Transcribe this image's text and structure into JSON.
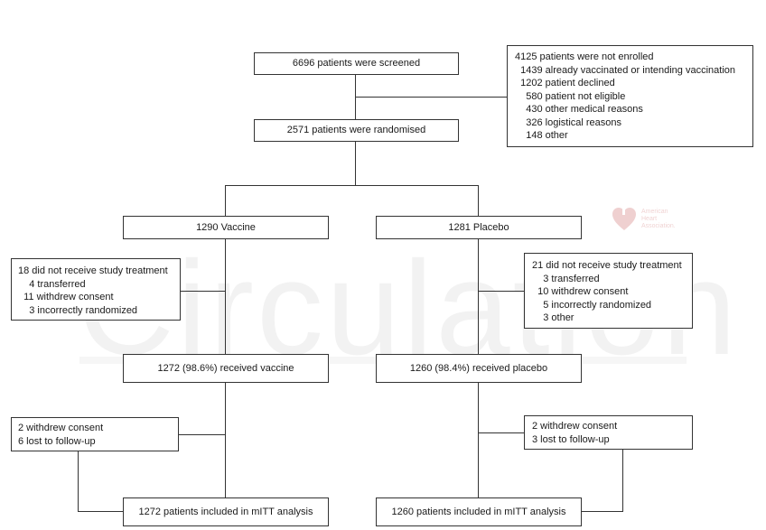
{
  "watermark": {
    "word": "Circulation",
    "logo_text": [
      "American",
      "Heart",
      "Association."
    ]
  },
  "screened": "6696 patients were screened",
  "not_enrolled": {
    "heading": "4125 patients were not enrolled",
    "items": [
      "  1439 already vaccinated or intending vaccination",
      "  1202 patient declined",
      "    580 patient not eligible",
      "    430 other medical reasons",
      "    326 logistical reasons",
      "    148 other"
    ]
  },
  "randomised": "2571 patients were randomised",
  "vaccine": {
    "arm": "1290 Vaccine",
    "excluded": [
      "18 did not receive study treatment",
      "    4 transferred",
      "  11 withdrew consent",
      "    3 incorrectly randomized"
    ],
    "received": "1272 (98.6%) received vaccine",
    "lost": [
      "2 withdrew consent",
      "6 lost to follow-up"
    ],
    "analysis": "1272 patients included in mITT analysis"
  },
  "placebo": {
    "arm": "1281 Placebo",
    "excluded": [
      "21 did not receive study treatment",
      "    3 transferred",
      "  10 withdrew consent",
      "    5 incorrectly randomized",
      "    3 other"
    ],
    "received": "1260 (98.4%) received placebo",
    "lost": [
      "2 withdrew consent",
      "3 lost to follow-up"
    ],
    "analysis": "1260 patients included in mITT analysis"
  }
}
